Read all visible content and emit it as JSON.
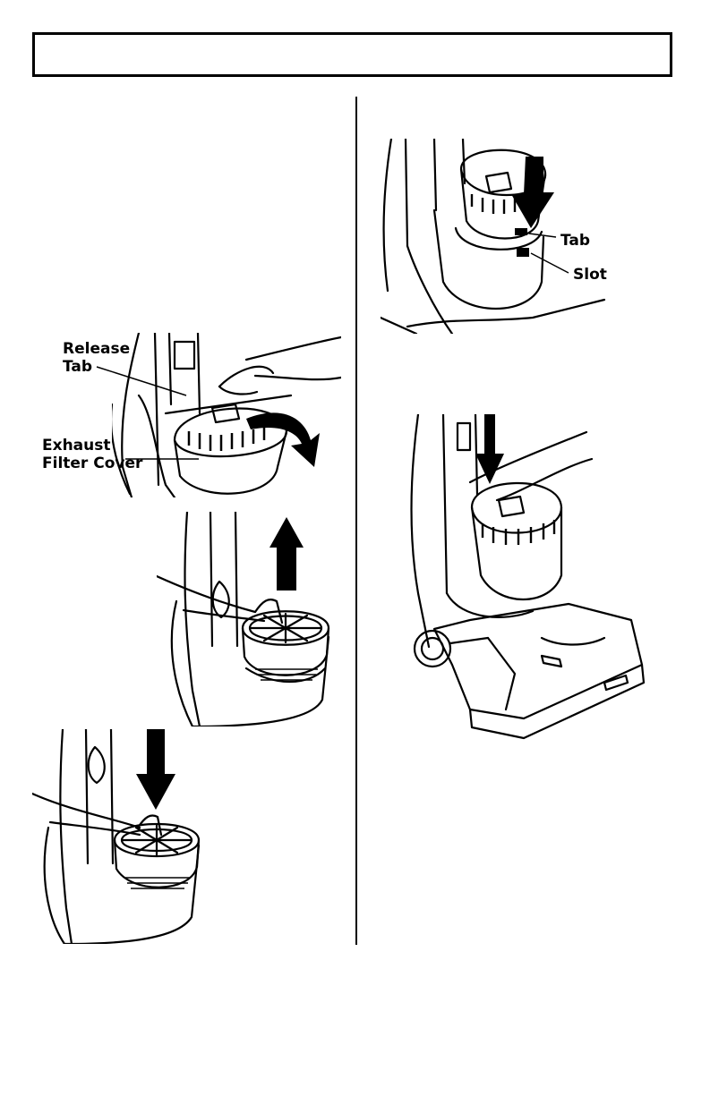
{
  "header": {
    "title": ""
  },
  "figures": {
    "fig1": {
      "label_release_line1": "Release",
      "label_release_line2": "Tab",
      "label_exhaust_line1": "Exhaust",
      "label_exhaust_line2": "Filter Cover"
    },
    "fig4": {
      "label_tab": "Tab",
      "label_slot": "Slot"
    }
  },
  "icons": [
    "curved-arrow-icon",
    "up-arrow-icon",
    "down-arrow-icon"
  ]
}
